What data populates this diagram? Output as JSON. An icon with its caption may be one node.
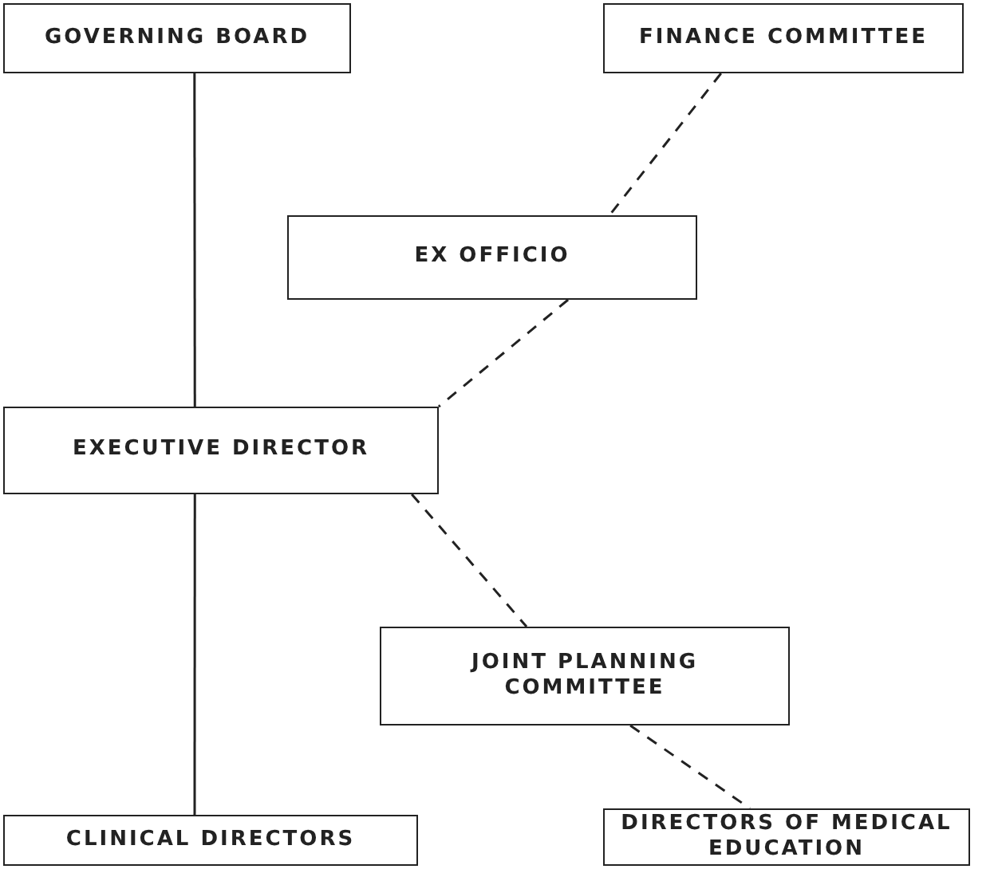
{
  "diagram": {
    "nodes": [
      {
        "text": [
          "GOVERNING BOARD"
        ]
      },
      {
        "text": [
          "FINANCE COMMITTEE"
        ]
      },
      {
        "text": [
          "EX OFFICIO"
        ]
      },
      {
        "text": [
          "EXECUTIVE DIRECTOR"
        ]
      },
      {
        "text": [
          "JOINT PLANNING COMMITTEE"
        ]
      },
      {
        "text": [
          "CLINICAL DIRECTORS"
        ]
      },
      {
        "text": [
          "DIRECTORS OF MEDICAL EDUCATION"
        ]
      }
    ],
    "edges": [
      {
        "from": 0,
        "to": 3,
        "arrow": "none"
      },
      {
        "from": 1,
        "to": 2,
        "arrow": "none",
        "style": "dashed"
      },
      {
        "from": 2,
        "to": 3,
        "arrow": "none",
        "style": "dashed"
      },
      {
        "from": 3,
        "to": 4,
        "arrow": "none",
        "style": "dashed"
      },
      {
        "from": 3,
        "to": 5,
        "arrow": "none"
      },
      {
        "from": 4,
        "to": 6,
        "arrow": "none",
        "style": "dashed"
      }
    ]
  }
}
